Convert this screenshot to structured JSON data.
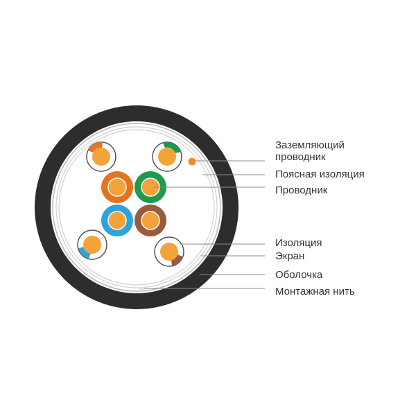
{
  "labels": {
    "grounding_conductor_line1": "Заземляющий",
    "grounding_conductor_line2": "проводник",
    "belt_insulation": "Поясная изоляция",
    "conductor": "Проводник",
    "insulation": "Изоляция",
    "screen": "Экран",
    "sheath": "Оболочка",
    "mounting_thread": "Монтажная нить"
  },
  "colors": {
    "sheath": "#2e2c2c",
    "core": "#f2a33a",
    "orange": "#e8731e",
    "green": "#1e9a4a",
    "blue": "#2ea3dc",
    "brown": "#9a5a3c",
    "grounding": "#f08a2a",
    "leader": "#8a8a8a"
  },
  "icons": [
    "cable-cross-section-icon"
  ]
}
